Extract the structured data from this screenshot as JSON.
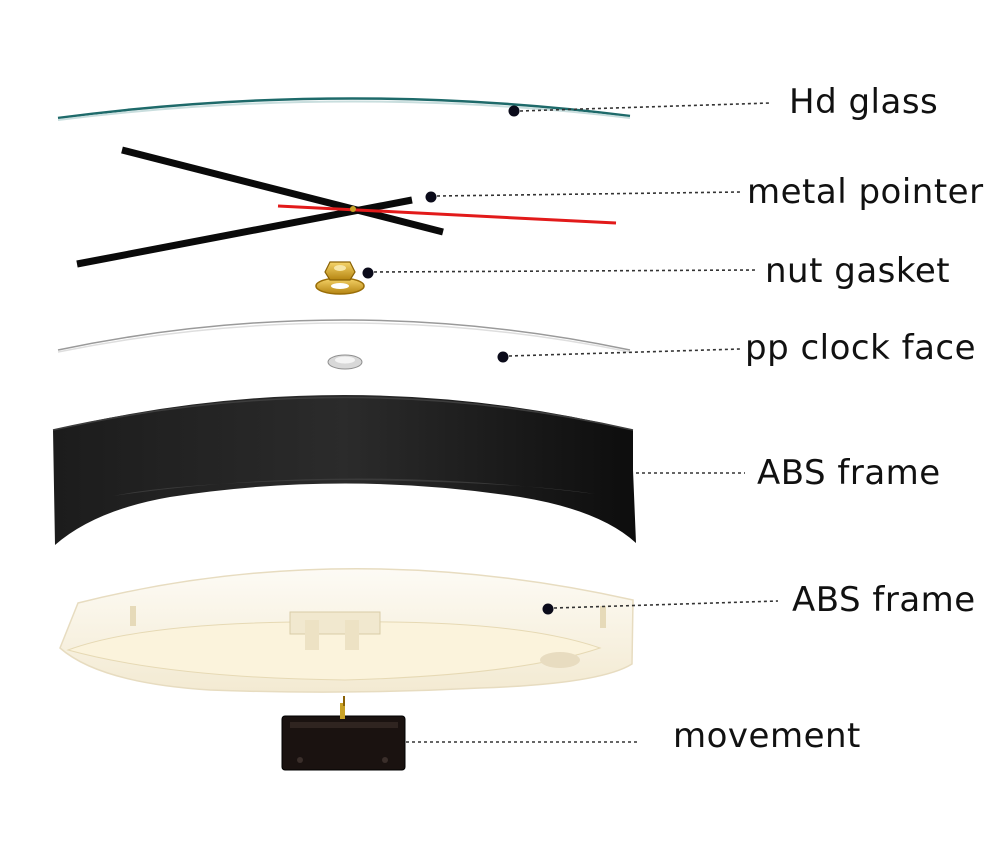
{
  "diagram": {
    "type": "exploded-view",
    "parts": [
      {
        "id": "hd-glass",
        "label": "Hd glass"
      },
      {
        "id": "metal-pointer",
        "label": "metal pointer"
      },
      {
        "id": "nut-gasket",
        "label": "nut gasket"
      },
      {
        "id": "clock-face",
        "label": "pp clock face"
      },
      {
        "id": "abs-frame-black",
        "label": "ABS frame"
      },
      {
        "id": "abs-frame-white",
        "label": "ABS frame"
      },
      {
        "id": "movement",
        "label": "movement"
      }
    ]
  },
  "colors": {
    "glass_edge": "#1e6a6a",
    "pointer": "#0a0a0a",
    "second_hand": "#e21a1a",
    "gold": "#d4a017",
    "frame_black": "#111111",
    "frame_white": "#fbf7ec",
    "movement_body": "#1a1210"
  }
}
